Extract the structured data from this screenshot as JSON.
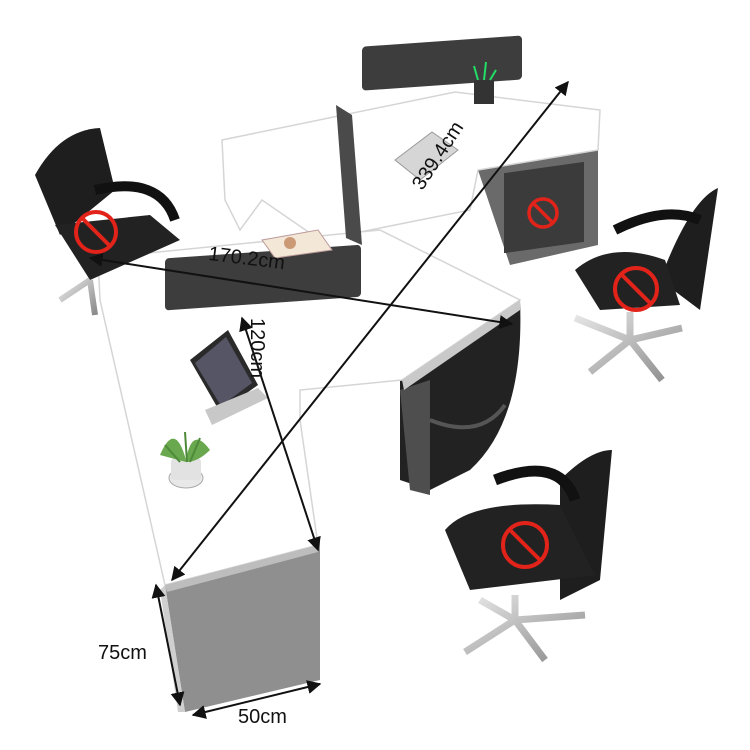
{
  "dimensions": {
    "diagonal": "339.4cm",
    "width": "170.2cm",
    "depth": "120cm",
    "height": "75cm",
    "side": "50cm"
  },
  "colors": {
    "desk_top": "#ffffff",
    "panel_dark": "#3d3d3d",
    "cabinet_grey": "#8f8f8f",
    "chair_black": "#1e1e1e",
    "prohibit_red": "#e2231a",
    "arrow": "#111111"
  },
  "icons": [
    "prohibited-icon",
    "laptop-icon",
    "plant-icon",
    "book-icon",
    "pen-holder-icon"
  ]
}
